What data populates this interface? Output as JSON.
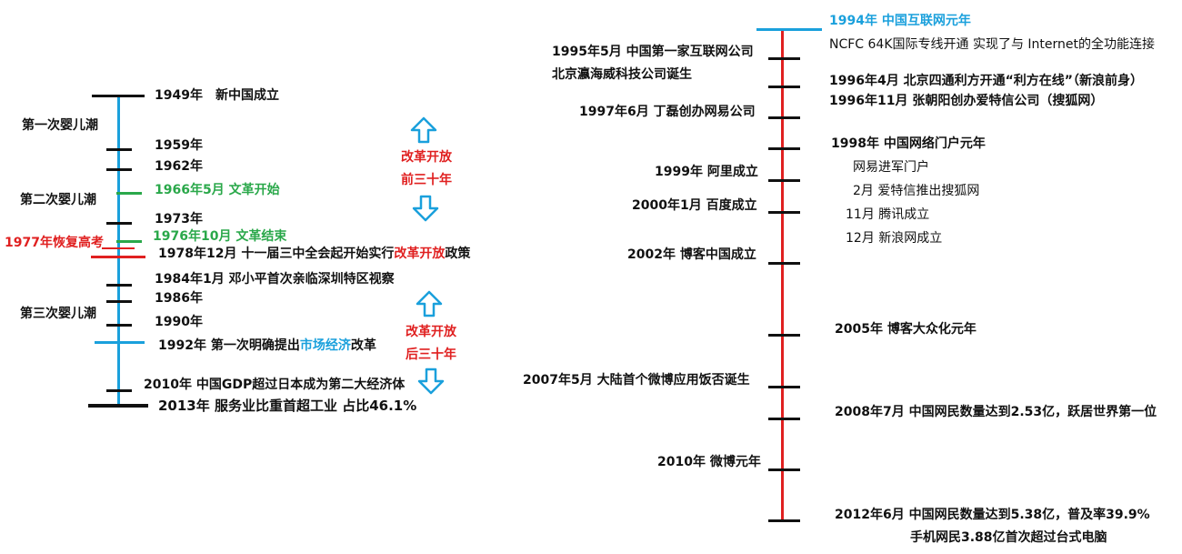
{
  "colors": {
    "blue": "#1aa0dc",
    "red": "#e02020",
    "green": "#2aa84a",
    "black": "#111111"
  },
  "left_timeline": {
    "events": {
      "y1949": "1949年　新中国成立",
      "y1959": "1959年",
      "y1962": "1962年",
      "y1966": "1966年5月  文革开始",
      "y1973": "1973年",
      "y1976": "1976年10月  文革结束",
      "y1978_pre": "1978年12月  十一届三中全会起开始实行",
      "y1978_hl": "改革开放",
      "y1978_post": "政策",
      "y1984": "1984年1月 邓小平首次亲临深圳特区视察",
      "y1986": "1986年",
      "y1990": "1990年",
      "y1992_pre": "1992年 第一次明确提出",
      "y1992_hl": "市场经济",
      "y1992_post": "改革",
      "y2010": "2010年 中国GDP超过日本成为第二大经济体",
      "y2013": "2013年  服务业比重首超工业   占比46.1%"
    },
    "side_labels": {
      "boom1": "第一次婴儿潮",
      "boom2": "第二次婴儿潮",
      "boom3": "第三次婴儿潮",
      "gaokao": "1977年恢复高考"
    },
    "reform": {
      "first_line1": "改革开放",
      "first_line2": "前三十年",
      "second_line1": "改革开放",
      "second_line2": "后三十年"
    },
    "arrow_icons": [
      "arrow-up-icon",
      "arrow-down-icon",
      "arrow-up-icon",
      "arrow-down-icon"
    ]
  },
  "right_timeline": {
    "events": {
      "y1994": "1994年  中国互联网元年",
      "y1994_desc": "NCFC 64K国际专线开通 实现了与 Internet的全功能连接",
      "y1995_line1": "1995年5月 中国第一家互联网公司",
      "y1995_line2": "北京瀛海威科技公司诞生",
      "y1996a": "1996年4月 北京四通利方开通“利方在线”（新浪前身）",
      "y1996b": "1996年11月 张朝阳创办爱特信公司（搜狐网）",
      "y1997": "1997年6月 丁磊创办网易公司",
      "y1998": "1998年  中国网络门户元年",
      "y1998_sub1": "网易进军门户",
      "y1998_sub2": "2月    爱特信推出搜狐网",
      "y1998_sub3": "11月    腾讯成立",
      "y1998_sub4": "12月    新浪网成立",
      "y1999": "1999年 阿里成立",
      "y2000": "2000年1月 百度成立",
      "y2002": "2002年  博客中国成立",
      "y2005": "2005年 博客大众化元年",
      "y2007": "2007年5月  大陆首个微博应用饭否诞生",
      "y2008": "2008年7月 中国网民数量达到2.53亿，跃居世界第一位",
      "y2010": "2010年 微博元年",
      "y2012_line1": "2012年6月 中国网民数量达到5.38亿，普及率39.9%",
      "y2012_line2": "手机网民3.88亿首次超过台式电脑"
    }
  }
}
